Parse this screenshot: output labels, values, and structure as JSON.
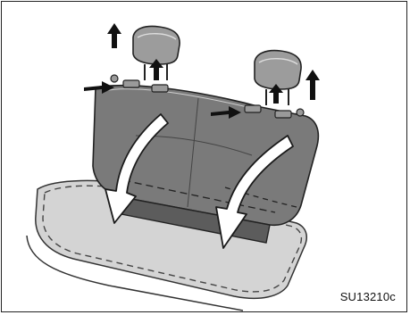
{
  "figure": {
    "code": "SU13210c",
    "subject": "rear-seatback-fold-down",
    "colors": {
      "frame": "#222222",
      "seat_dark": "#6e6e6e",
      "seat_mid": "#8a8a8a",
      "cushion": "#c8c8c8",
      "arrow_fill": "#ffffff",
      "arrow_stroke": "#1a1a1a",
      "push_arrow": "#111111"
    },
    "icons": [
      "headrest-left",
      "headrest-right",
      "lift-arrow",
      "push-arrow",
      "fold-arrow",
      "seat-cushion-dashed-outline"
    ]
  }
}
